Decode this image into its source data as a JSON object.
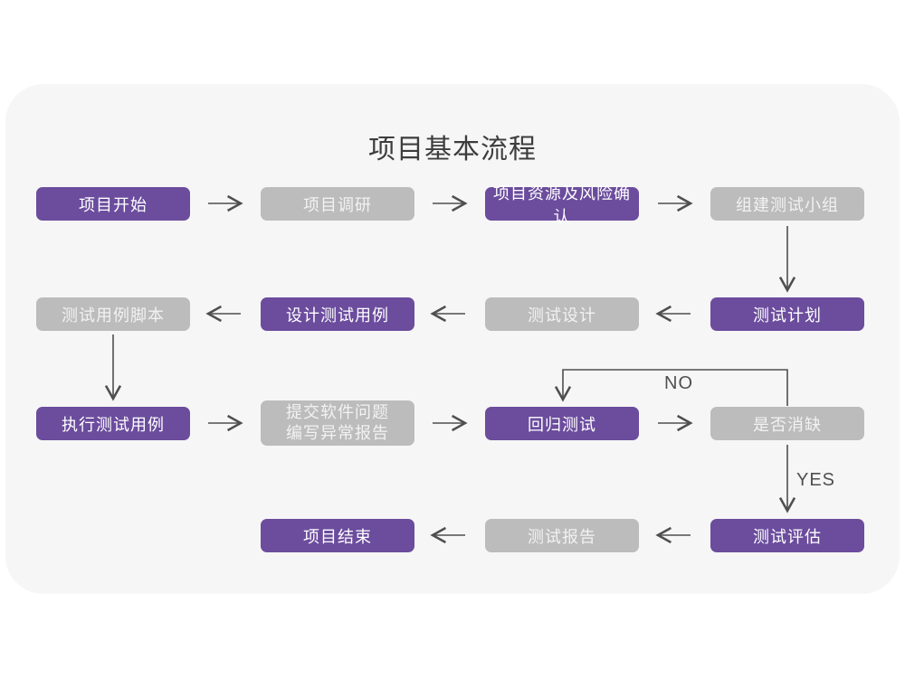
{
  "title": "项目基本流程",
  "colors": {
    "purple": "#6b4c9d",
    "gray": "#bcbcbc",
    "arrow": "#4f4f4f",
    "card_background": "#f6f6f6",
    "page_background": "#ffffff",
    "title_text": "#3d3d3d"
  },
  "nodes": {
    "project_start": {
      "label": "项目开始",
      "style": "purple"
    },
    "project_research": {
      "label": "项目调研",
      "style": "gray"
    },
    "resource_risk": {
      "label": "项目资源及风险确认",
      "style": "purple"
    },
    "build_team": {
      "label": "组建测试小组",
      "style": "gray"
    },
    "case_script": {
      "label": "测试用例脚本",
      "style": "gray"
    },
    "design_cases": {
      "label": "设计测试用例",
      "style": "purple"
    },
    "test_design": {
      "label": "测试设计",
      "style": "gray"
    },
    "test_plan": {
      "label": "测试计划",
      "style": "purple"
    },
    "execute_cases": {
      "label": "执行测试用例",
      "style": "purple"
    },
    "submit_issue": {
      "line1": "提交软件问题",
      "line2": "编写异常报告",
      "style": "gray"
    },
    "regression_test": {
      "label": "回归测试",
      "style": "purple"
    },
    "defect_resolved": {
      "label": "是否消缺",
      "style": "gray"
    },
    "test_evaluation": {
      "label": "测试评估",
      "style": "purple"
    },
    "test_report": {
      "label": "测试报告",
      "style": "gray"
    },
    "project_end": {
      "label": "项目结束",
      "style": "purple"
    }
  },
  "edge_labels": {
    "no": "NO",
    "yes": "YES"
  }
}
